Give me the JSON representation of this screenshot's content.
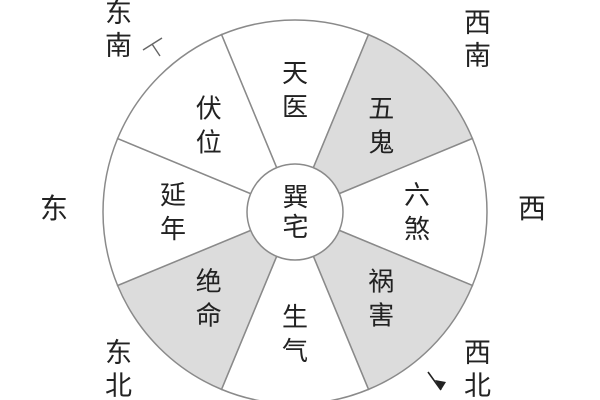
{
  "center": {
    "label": "巽宅"
  },
  "sectors": [
    {
      "label": "天医",
      "shaded": false
    },
    {
      "label": "五鬼",
      "shaded": true
    },
    {
      "label": "六煞",
      "shaded": false
    },
    {
      "label": "祸害",
      "shaded": true
    },
    {
      "label": "生气",
      "shaded": false
    },
    {
      "label": "绝命",
      "shaded": true
    },
    {
      "label": "延年",
      "shaded": false
    },
    {
      "label": "伏位",
      "shaded": false
    }
  ],
  "directions": {
    "southeast": "东南",
    "southwest": "西南",
    "east": "东",
    "west": "西",
    "northeast": "东北",
    "northwest": "西北"
  },
  "colors": {
    "shaded_fill": "#dcdcdc",
    "plain_fill": "#ffffff",
    "line": "#8a8a8a",
    "text": "#222222"
  }
}
